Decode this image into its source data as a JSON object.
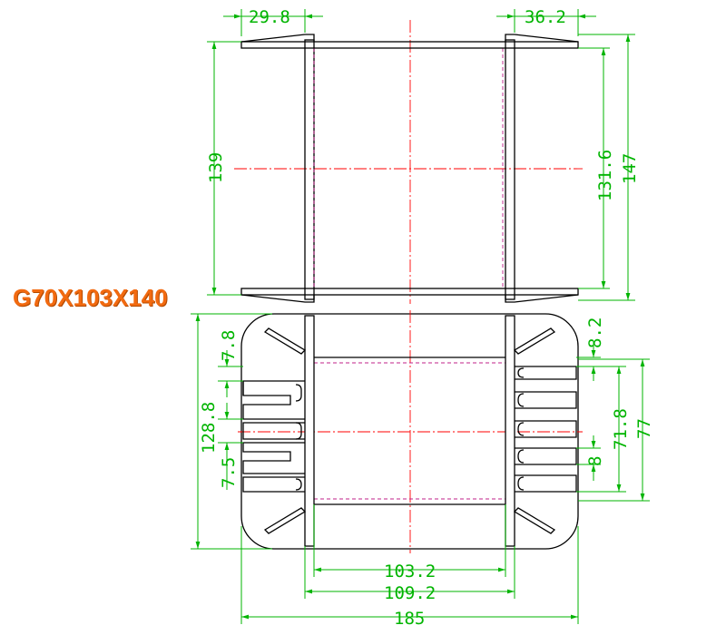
{
  "title": "G70X103X140",
  "colors": {
    "outline": "#000000",
    "dimension": "#00b400",
    "centerline": "#ff0000",
    "hidden_line": "#c0208a",
    "title": "#f26a10"
  },
  "dimensions": {
    "top_flange_left": "29.8",
    "top_flange_right": "36.2",
    "inner_height": "139",
    "body_height": "131.6",
    "overall_height": "147",
    "slot_left": "7.8",
    "fin_left": "7.5",
    "left_height": "128.8",
    "slot_right": "8.2",
    "fin_right": "8",
    "slot_span": "71.8",
    "right_span": "77",
    "inner_width": "103.2",
    "body_width": "109.2",
    "overall_width": "185"
  }
}
